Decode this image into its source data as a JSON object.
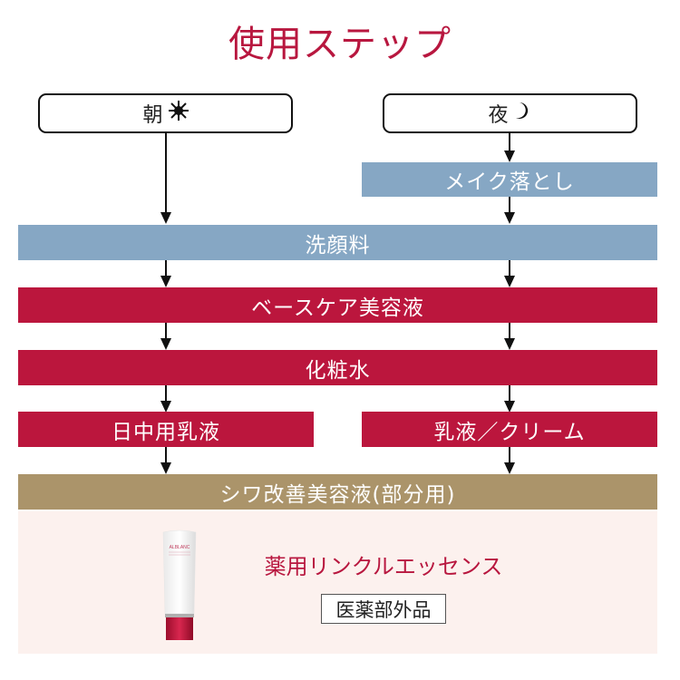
{
  "title": "使用ステップ",
  "start": {
    "morning": {
      "label": "朝",
      "icon": "sun-icon"
    },
    "night": {
      "label": "夜",
      "icon": "moon-icon"
    }
  },
  "steps": {
    "makeup_remover": "メイク落とし",
    "cleanser": "洗顔料",
    "base_serum": "ベースケア美容液",
    "lotion": "化粧水",
    "day_emulsion": "日中用乳液",
    "emulsion_cream": "乳液／クリーム",
    "wrinkle_serum": "シワ改善美容液(部分用)"
  },
  "product": {
    "name": "薬用リンクルエッセンス",
    "badge": "医薬部外品",
    "image": "product-tube-image"
  },
  "colors": {
    "title": "#b8173f",
    "blue_step": "#86a7c4",
    "red_step": "#bb163d",
    "gold_step": "#ab946a",
    "panel_bg": "#fcf1ee"
  }
}
